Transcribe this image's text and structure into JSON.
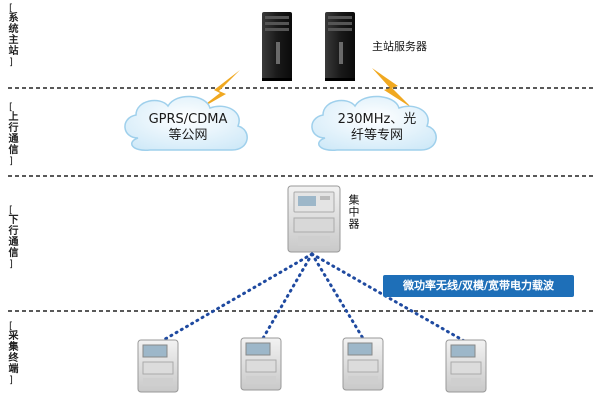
{
  "layers": [
    {
      "label": "系统主站"
    },
    {
      "label": "上行通信"
    },
    {
      "label": "下行通信"
    },
    {
      "label": "采集终端"
    }
  ],
  "server_label": "主站服务器",
  "clouds": [
    {
      "line1": "GPRS/CDMA",
      "line2": "等公网"
    },
    {
      "line1": "230MHz、光",
      "line2": "纤等专网"
    }
  ],
  "concentrator_label": "集中器",
  "comm_badge": "微功率无线/双模/宽带电力载波",
  "colors": {
    "divider": "#222222",
    "lightning": "#f0a820",
    "cloud_fill": "#d9eef9",
    "cloud_stroke": "#9fd0ec",
    "dotted_link": "#1f4aa0",
    "badge": "#1e6fb8"
  }
}
